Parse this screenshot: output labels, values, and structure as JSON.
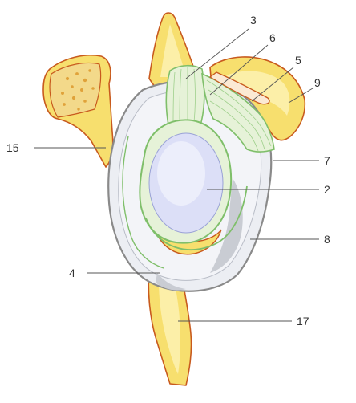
{
  "labels": {
    "l2": "2",
    "l3": "3",
    "l4": "4",
    "l5": "5",
    "l6": "6",
    "l7": "7",
    "l8": "8",
    "l9": "9",
    "l15": "15",
    "l17": "17"
  },
  "colors": {
    "bone_fill": "#f7df6e",
    "bone_outline": "#c85a1e",
    "capsule_fill": "#eceef3",
    "capsule_outline": "#8a8a8a",
    "glenoid_fill": "#dcdff7",
    "ligament_stroke": "#7fbf6a",
    "ligament_fill": "#e6f2d8",
    "leader_line": "#555555"
  }
}
